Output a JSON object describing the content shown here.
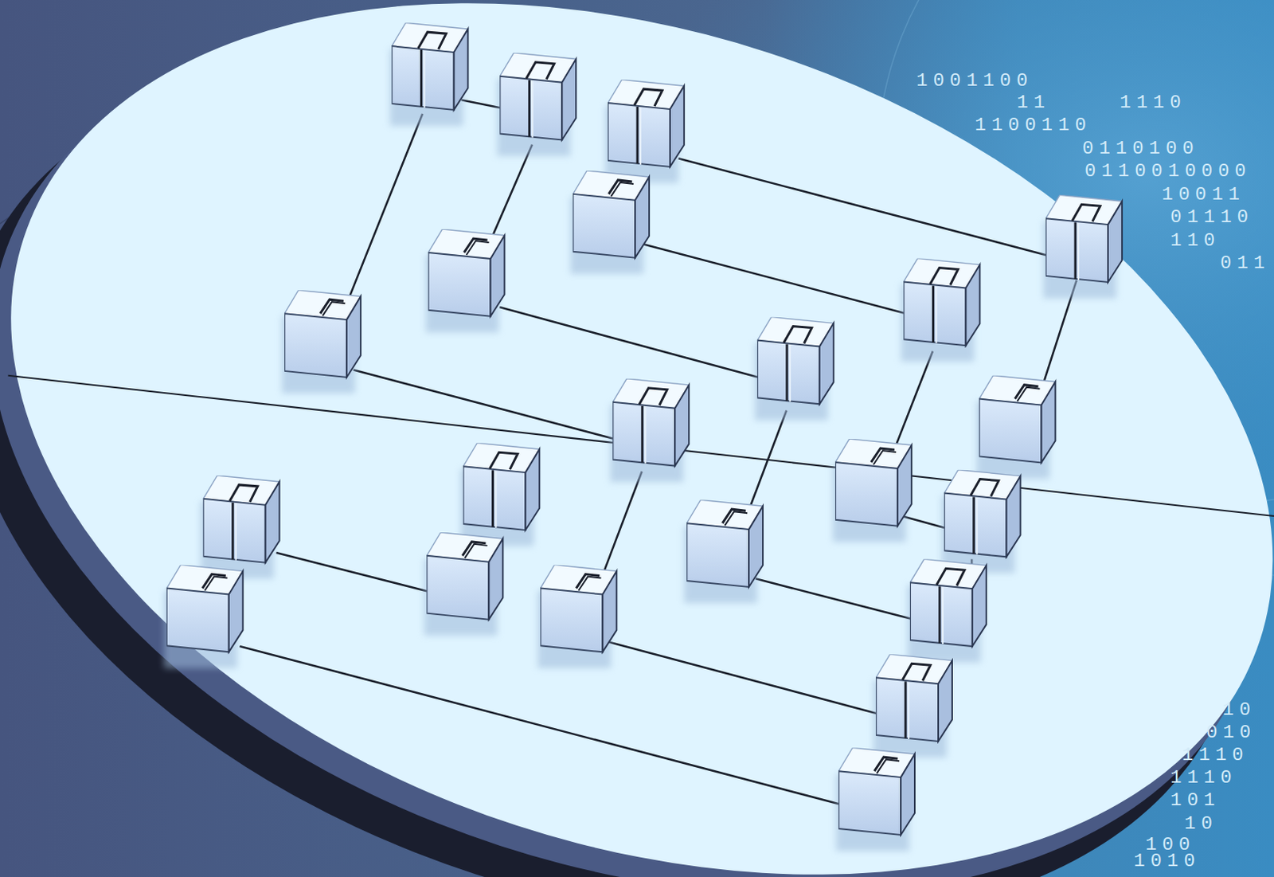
{
  "diagram": {
    "labels": [
      "1001100",
      "11",
      "1110",
      "1100110",
      "0110100",
      "0110010000",
      "10011",
      "01110",
      "110",
      "011",
      "10",
      "010",
      "1110",
      "1110",
      "101",
      "10",
      "100",
      "1010"
    ]
  }
}
